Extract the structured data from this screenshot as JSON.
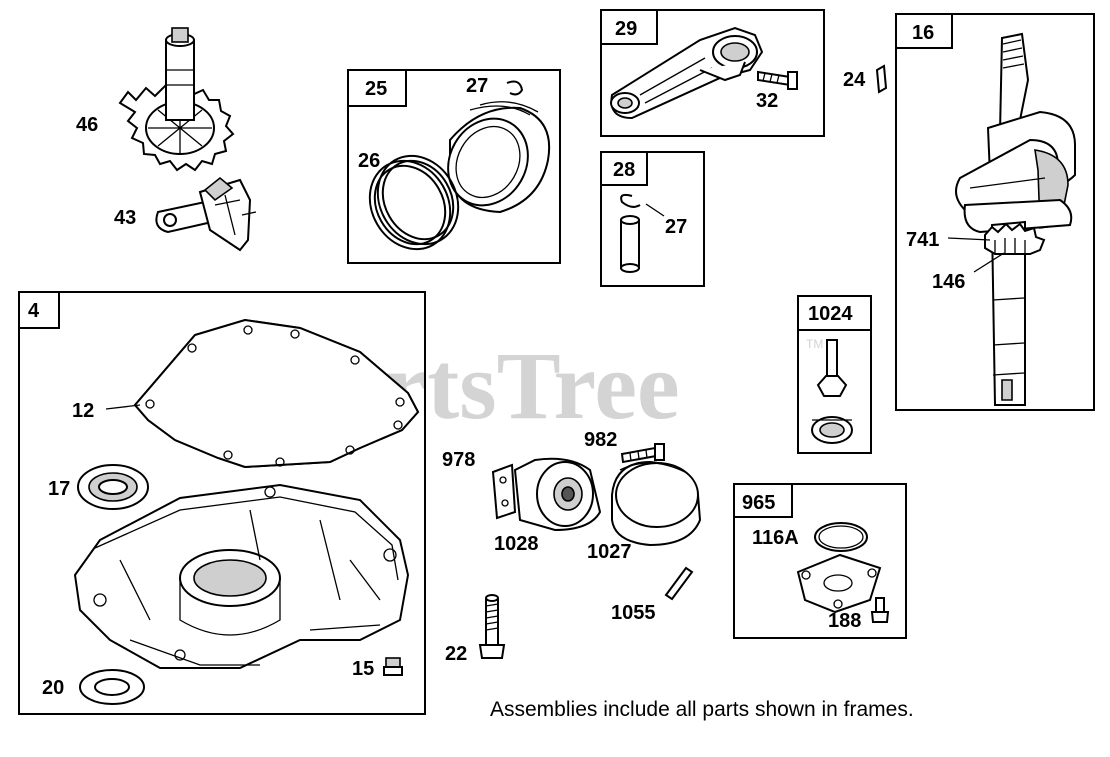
{
  "watermark": {
    "text": "PartsTree",
    "tm": "TM"
  },
  "frames": [
    {
      "id": "4"
    },
    {
      "id": "25"
    },
    {
      "id": "29"
    },
    {
      "id": "28"
    },
    {
      "id": "16"
    },
    {
      "id": "1024"
    },
    {
      "id": "965"
    }
  ],
  "callouts": {
    "p46": "46",
    "p43": "43",
    "p26": "26",
    "p27a": "27",
    "p32": "32",
    "p27b": "27",
    "p24": "24",
    "p741": "741",
    "p146": "146",
    "p12": "12",
    "p17": "17",
    "p20": "20",
    "p15": "15",
    "p978": "978",
    "p982": "982",
    "p1028": "1028",
    "p1027": "1027",
    "p1055": "1055",
    "p22": "22",
    "p116a": "116A",
    "p188": "188"
  },
  "note": "Assemblies include all parts shown in frames."
}
